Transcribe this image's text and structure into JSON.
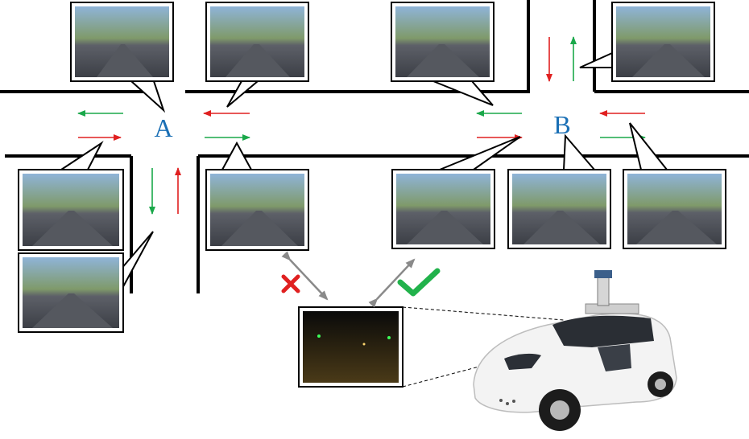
{
  "intersections": [
    {
      "label": "A",
      "color": "#1a6fb5"
    },
    {
      "label": "B",
      "color": "#1a6fb5"
    }
  ],
  "colors": {
    "road": "#000000",
    "arrow_green": "#1aa84a",
    "arrow_red": "#e02020",
    "cross": "#e02020",
    "check": "#21b24b",
    "double_arrow": "#8a8a8a"
  },
  "symbols": {
    "reject": "cross-mark",
    "accept": "check-mark"
  },
  "icons": [
    "street-view-photo",
    "night-street-photo",
    "survey-car"
  ]
}
